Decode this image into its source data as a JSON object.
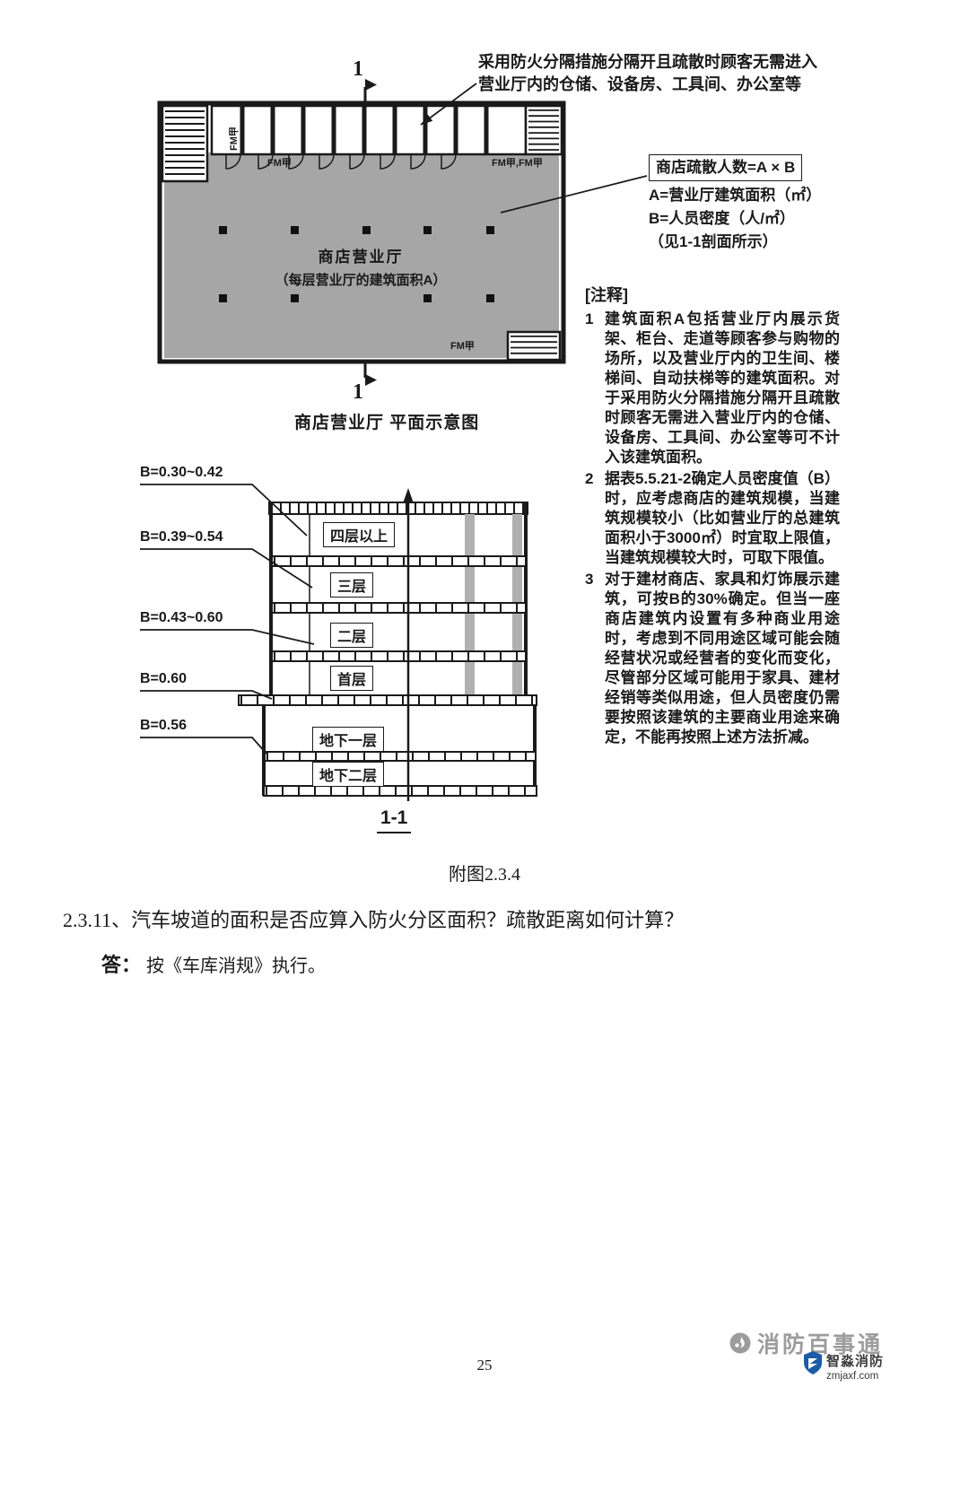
{
  "colors": {
    "hall_fill": "#a6a6a6",
    "line": "#1a1a1a",
    "watermark_gray": "#9c9c9c",
    "logo_blue": "#1c5ca6"
  },
  "plan": {
    "top_annotation": {
      "line1": "采用防火分隔措施分隔开且疏散时顾客无需进入",
      "line2": "营业厅内的仓储、设备房、工具间、办公室等"
    },
    "hall_label": {
      "line1": "商店营业厅",
      "line2": "（每层营业厅的建筑面积A）"
    },
    "fm_labels": [
      "FM甲",
      "FM甲",
      "FM甲,FM甲",
      "FM甲"
    ],
    "section_mark": "1",
    "caption": "商店营业厅 平面示意图"
  },
  "formula": {
    "line1": "商店疏散人数=A × B",
    "line2": "A=营业厅建筑面积（㎡）",
    "line3": "B=人员密度（人/㎡）",
    "line4": "（见1-1剖面所示）"
  },
  "notes": {
    "title": "[注释]",
    "items": [
      {
        "num": "1",
        "text": "建筑面积A包括营业厅内展示货架、柜台、走道等顾客参与购物的场所，以及营业厅内的卫生间、楼梯间、自动扶梯等的建筑面积。对于采用防火分隔措施分隔开且疏散时顾客无需进入营业厅内的仓储、设备房、工具间、办公室等可不计入该建筑面积。"
      },
      {
        "num": "2",
        "text": "据表5.5.21-2确定人员密度值（B）时，应考虑商店的建筑规模，当建筑规模较小（比如营业厅的总建筑面积小于3000㎡）时宜取上限值，当建筑规模较大时，可取下限值。"
      },
      {
        "num": "3",
        "text": "对于建材商店、家具和灯饰展示建筑，可按B的30%确定。但当一座商店建筑内设置有多种商业用途时，考虑到不同用途区域可能会随经营状况或经营者的变化而变化，尽管部分区域可能用于家具、建材经销等类似用途，但人员密度仍需要按照该建筑的主要商业用途来确定，不能再按照上述方法折减。"
      }
    ]
  },
  "section": {
    "b_labels": [
      "B=0.30~0.42",
      "B=0.39~0.54",
      "B=0.43~0.60",
      "B=0.60",
      "B=0.56"
    ],
    "floors": [
      "四层以上",
      "三层",
      "二层",
      "首层",
      "地下一层",
      "地下二层"
    ],
    "caption": "1-1"
  },
  "figure_caption": "附图2.3.4",
  "qa": {
    "question": "2.3.11、汽车坡道的面积是否应算入防火分区面积？疏散距离如何计算？",
    "answer_label": "答：",
    "answer_text": "按《车库消规》执行。"
  },
  "footer": {
    "page_number": "25"
  },
  "watermark": {
    "brand_top": "消防百事通",
    "brand_bottom": "智淼消防",
    "url": "zmjaxf.com"
  }
}
